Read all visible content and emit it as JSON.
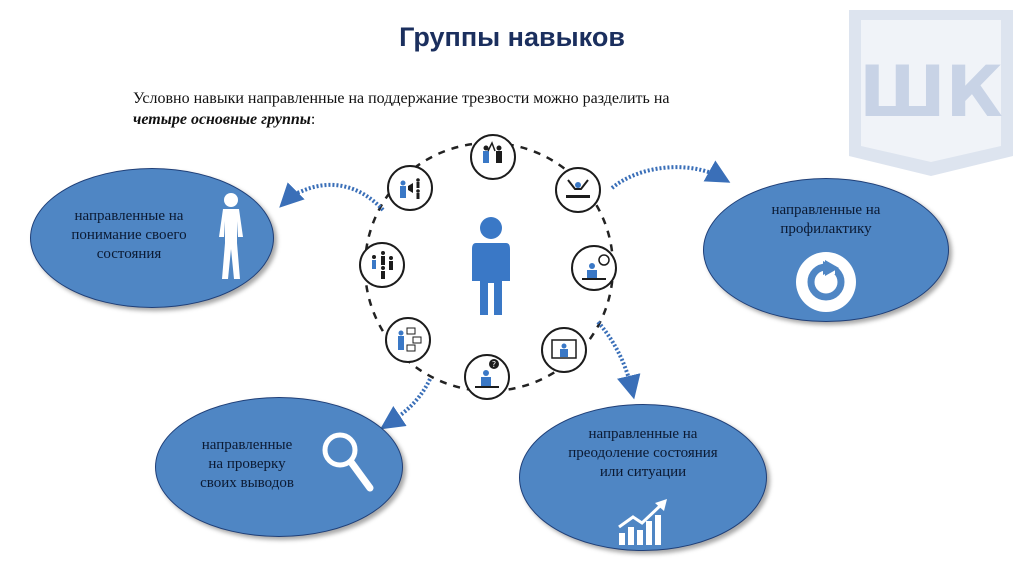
{
  "title": "Группы навыков",
  "intro": {
    "line1": "Условно навыки направленные на поддержание трезвости можно разделить на",
    "line2_emph": "четыре основные группы",
    "line2_tail": ":"
  },
  "logo": {
    "letters": "ШК",
    "icon": "shk-logo-icon"
  },
  "groups": [
    {
      "id": "understanding",
      "label": "направленные на понимание своего состояния",
      "lines": [
        "направленные на",
        "понимание своего",
        "состояния"
      ],
      "icon": "woman-figure-icon"
    },
    {
      "id": "prevention",
      "label": "направленные на профилактику",
      "lines": [
        "направленные на",
        "профилактику"
      ],
      "icon": "refresh-icon"
    },
    {
      "id": "checking",
      "label": "направленные на проверку своих выводов",
      "lines": [
        "направленные",
        "на проверку",
        "своих выводов"
      ],
      "icon": "magnifier-icon"
    },
    {
      "id": "overcoming",
      "label": "направленные на преодоление состояния или ситуации",
      "lines": [
        "направленные на",
        "преодоление состояния",
        "или ситуации"
      ],
      "icon": "growth-chart-icon"
    }
  ],
  "center": {
    "icon": "person-icon"
  },
  "satellites": [
    {
      "icon": "team-high-five-icon"
    },
    {
      "icon": "celebrating-person-icon"
    },
    {
      "icon": "person-at-clock-icon"
    },
    {
      "icon": "teacher-at-board-icon"
    },
    {
      "icon": "thinking-person-icon"
    },
    {
      "icon": "presenter-chart-icon"
    },
    {
      "icon": "crowd-icon"
    },
    {
      "icon": "speaker-audience-icon"
    }
  ],
  "colors": {
    "oval_fill": "#4f86c4",
    "oval_border": "#1f3f78",
    "accent": "#3a6fb8",
    "title": "#1b2f5e",
    "icon_dark": "#1c1c1c"
  }
}
